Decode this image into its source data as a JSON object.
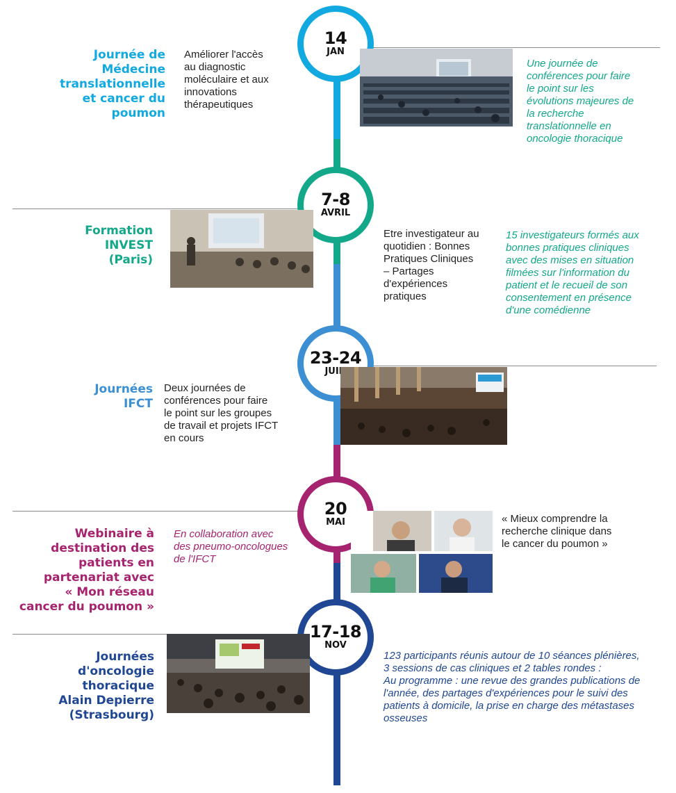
{
  "colors": {
    "cyan": "#12a9e0",
    "green": "#13a88a",
    "blue": "#3b8fd2",
    "magenta": "#a6236f",
    "navy": "#1f4793"
  },
  "events": [
    {
      "date": "14",
      "month": "JAN",
      "title": [
        "Journée de",
        "Médecine",
        "translationnelle",
        "et cancer du",
        "poumon"
      ],
      "description": [
        "Améliorer l'accès",
        "au diagnostic",
        "moléculaire et aux",
        "innovations",
        "thérapeutiques"
      ],
      "note": [
        "Une journée de",
        "conférences pour faire",
        "le point sur les",
        "évolutions majeures de",
        "la recherche",
        "translationnelle en",
        "oncologie thoracique"
      ],
      "photo": "conference-hall-photo"
    },
    {
      "date": "7-8",
      "month": "AVRIL",
      "title": [
        "Formation",
        "INVEST",
        "(Paris)"
      ],
      "description": [
        "Etre investigateur au",
        "quotidien : Bonnes",
        "Pratiques Cliniques",
        "– Partages",
        "d'expériences",
        "pratiques"
      ],
      "note": [
        "15 investigateurs formés aux",
        "bonnes pratiques cliniques",
        "avec des mises en situation",
        "filmées sur l'information du",
        "patient et le recueil de son",
        "consentement en présence",
        "d'une comédienne"
      ],
      "photo": "training-session-photo"
    },
    {
      "date": "23-24",
      "month": "JUIN",
      "title": [
        "Journées",
        "IFCT"
      ],
      "description": [
        "Deux journées de",
        "conférences  pour faire",
        "le point sur les groupes",
        "de travail et projets IFCT",
        "en cours"
      ],
      "photo": "amphitheater-photo"
    },
    {
      "date": "20",
      "month": "MAI",
      "title": [
        "Webinaire à",
        "destination des",
        "patients en",
        "partenariat avec",
        "« Mon réseau",
        "cancer du poumon »"
      ],
      "description": [
        "« Mieux comprendre la",
        "recherche clinique dans",
        "le cancer du poumon »"
      ],
      "note": [
        "En collaboration avec",
        "des pneumo-oncologues",
        "de l'IFCT"
      ],
      "photo": "webinar-grid-photo"
    },
    {
      "date": "17-18",
      "month": "NOV",
      "title": [
        "Journées",
        "d'oncologie",
        "thoracique",
        "Alain Depierre",
        "(Strasbourg)"
      ],
      "note": [
        "123 participants réunis autour de 10 séances plénières,",
        "3 sessions de cas cliniques  et 2 tables rondes :",
        "Au programme : une revue des grandes publications de",
        "l'année, des partages d'expériences pour le suivi des",
        "patients à domicile, la prise en charge des métastases",
        "osseuses"
      ],
      "photo": "auditorium-photo"
    }
  ]
}
